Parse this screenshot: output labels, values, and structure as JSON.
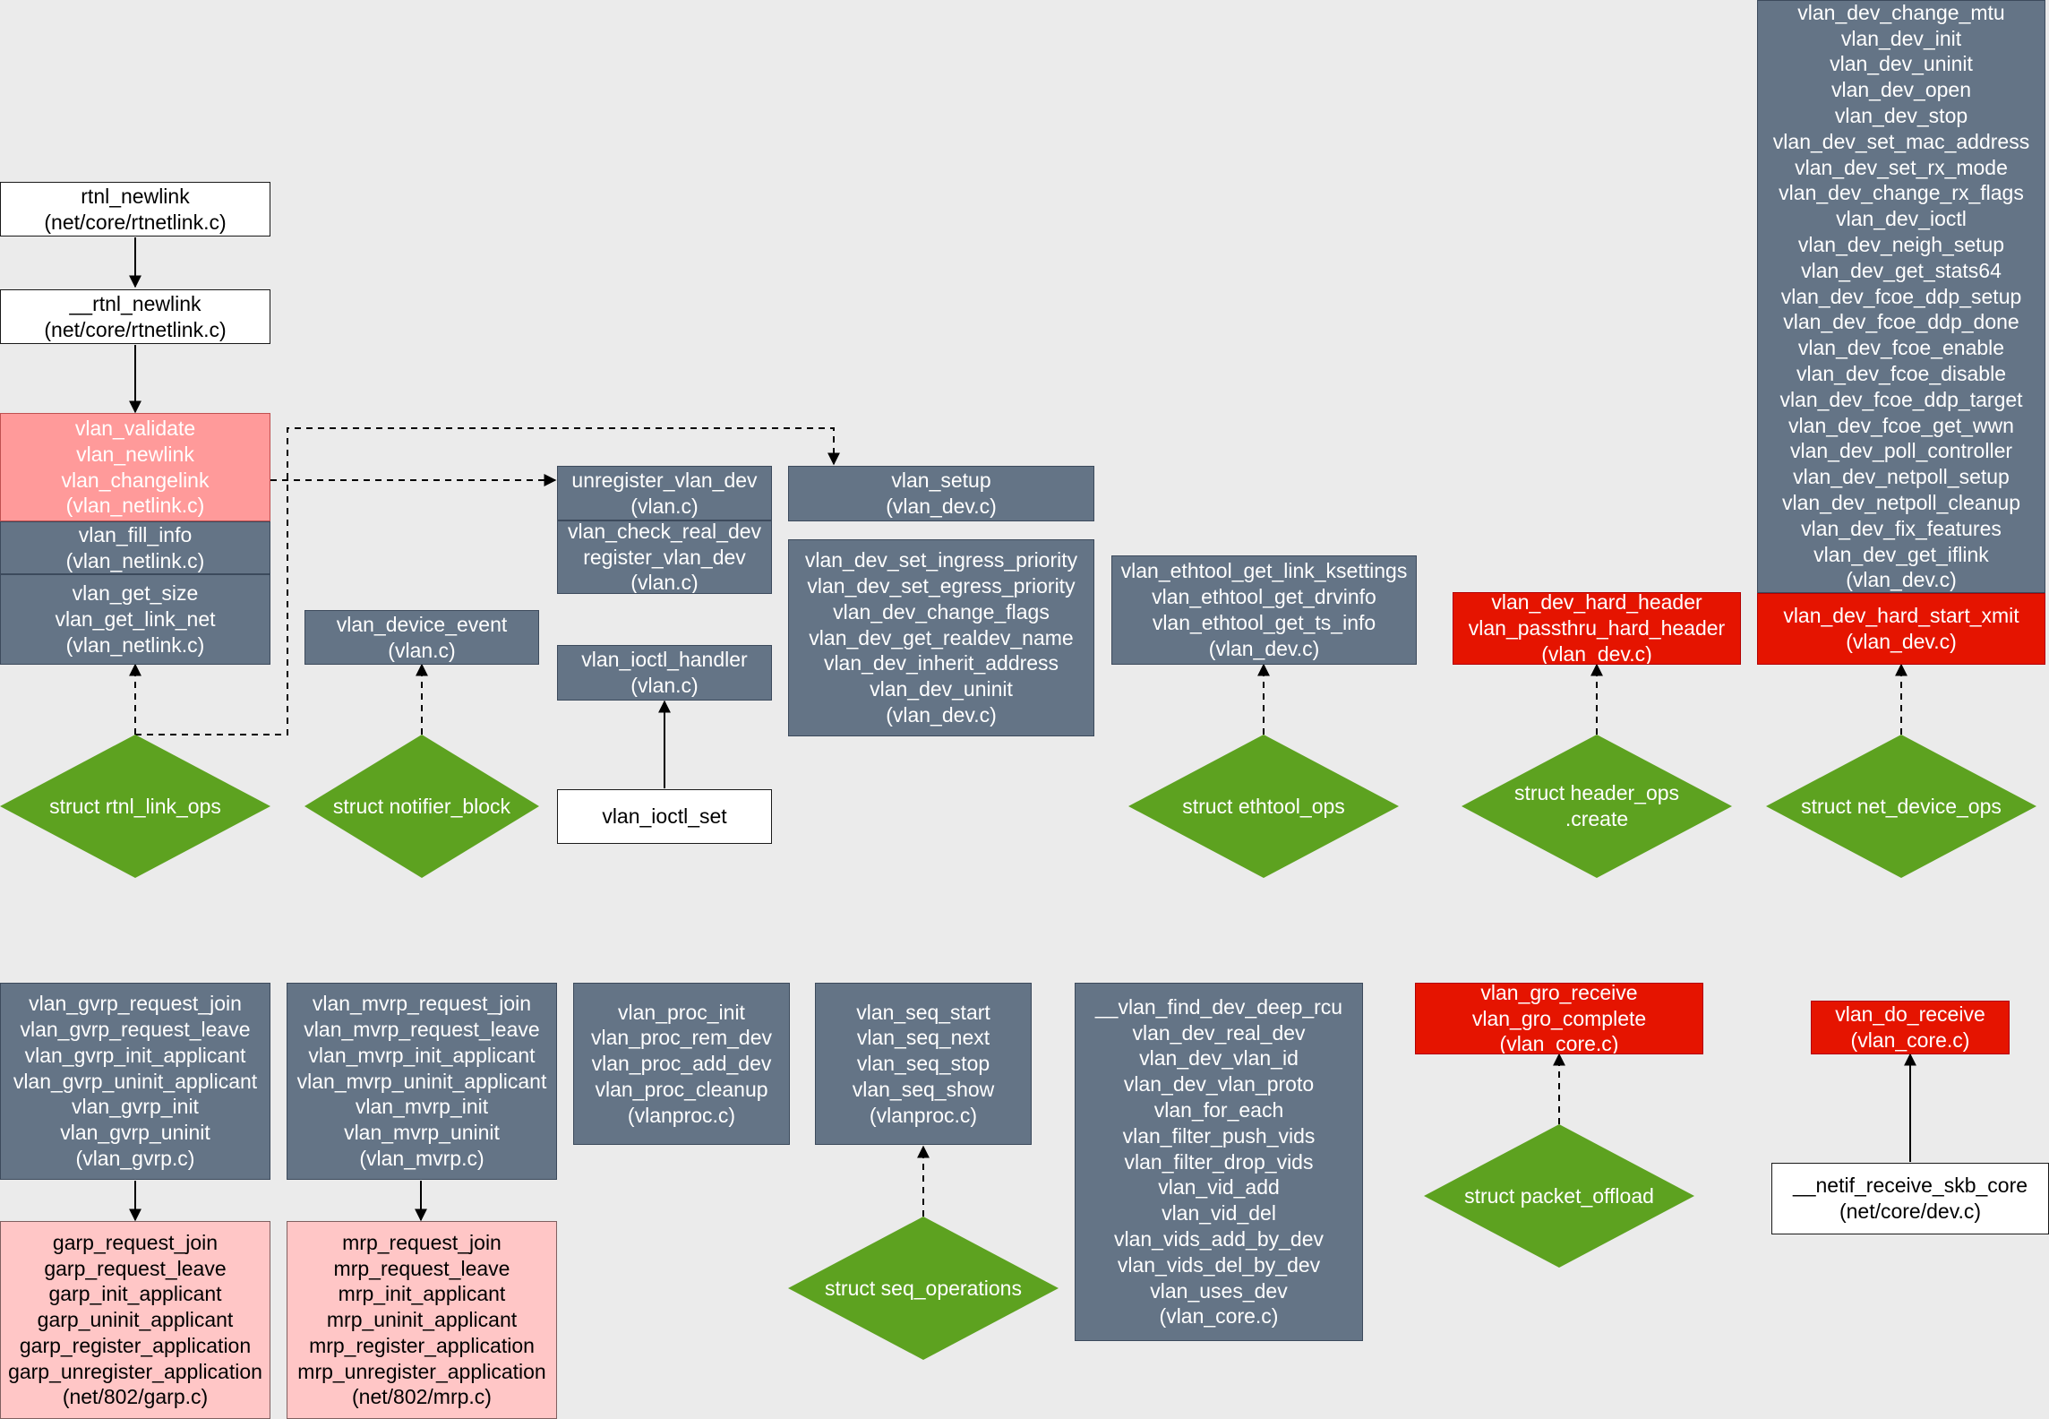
{
  "nodes": {
    "rtnl_newlink": {
      "lines": [
        "rtnl_newlink",
        "(net/core/rtnetlink.c)"
      ]
    },
    "__rtnl_newlink": {
      "lines": [
        "__rtnl_newlink",
        "(net/core/rtnetlink.c)"
      ]
    },
    "netlink_validate": {
      "lines": [
        "vlan_validate",
        "vlan_newlink",
        "vlan_changelink",
        "(vlan_netlink.c)"
      ]
    },
    "netlink_fill": {
      "lines": [
        "vlan_fill_info",
        "(vlan_netlink.c)"
      ]
    },
    "netlink_size": {
      "lines": [
        "vlan_get_size",
        "vlan_get_link_net",
        "(vlan_netlink.c)"
      ]
    },
    "vlan_device_event": {
      "lines": [
        "vlan_device_event",
        "(vlan.c)"
      ]
    },
    "unregister_vlan_dev": {
      "lines": [
        "unregister_vlan_dev",
        "(vlan.c)"
      ]
    },
    "register_vlan_dev": {
      "lines": [
        "vlan_check_real_dev",
        "register_vlan_dev",
        "(vlan.c)"
      ]
    },
    "vlan_ioctl_handler": {
      "lines": [
        "vlan_ioctl_handler",
        "(vlan.c)"
      ]
    },
    "vlan_ioctl_set": {
      "lines": [
        "vlan_ioctl_set"
      ]
    },
    "vlan_setup": {
      "lines": [
        "vlan_setup",
        "(vlan_dev.c)"
      ]
    },
    "vlan_dev_priority": {
      "lines": [
        "vlan_dev_set_ingress_priority",
        "vlan_dev_set_egress_priority",
        "vlan_dev_change_flags",
        "vlan_dev_get_realdev_name",
        "vlan_dev_inherit_address",
        "vlan_dev_uninit",
        "(vlan_dev.c)"
      ]
    },
    "vlan_ethtool": {
      "lines": [
        "vlan_ethtool_get_link_ksettings",
        "vlan_ethtool_get_drvinfo",
        "vlan_ethtool_get_ts_info",
        "(vlan_dev.c)"
      ]
    },
    "vlan_header": {
      "lines": [
        "vlan_dev_hard_header",
        "vlan_passthru_hard_header",
        "(vlan_dev.c)"
      ]
    },
    "vlan_netdev_ops": {
      "lines": [
        "vlan_dev_change_mtu",
        "vlan_dev_init",
        "vlan_dev_uninit",
        "vlan_dev_open",
        "vlan_dev_stop",
        "vlan_dev_set_mac_address",
        "vlan_dev_set_rx_mode",
        "vlan_dev_change_rx_flags",
        "vlan_dev_ioctl",
        "vlan_dev_neigh_setup",
        "vlan_dev_get_stats64",
        "vlan_dev_fcoe_ddp_setup",
        "vlan_dev_fcoe_ddp_done",
        "vlan_dev_fcoe_enable",
        "vlan_dev_fcoe_disable",
        "vlan_dev_fcoe_ddp_target",
        "vlan_dev_fcoe_get_wwn",
        "vlan_dev_poll_controller",
        "vlan_dev_netpoll_setup",
        "vlan_dev_netpoll_cleanup",
        "vlan_dev_fix_features",
        "vlan_dev_get_iflink",
        "(vlan_dev.c)"
      ]
    },
    "vlan_xmit": {
      "lines": [
        "vlan_dev_hard_start_xmit",
        "(vlan_dev.c)"
      ]
    },
    "vlan_gvrp": {
      "lines": [
        "vlan_gvrp_request_join",
        "vlan_gvrp_request_leave",
        "vlan_gvrp_init_applicant",
        "vlan_gvrp_uninit_applicant",
        "vlan_gvrp_init",
        "vlan_gvrp_uninit",
        "(vlan_gvrp.c)"
      ]
    },
    "garp": {
      "lines": [
        "garp_request_join",
        "garp_request_leave",
        "garp_init_applicant",
        "garp_uninit_applicant",
        "garp_register_application",
        "garp_unregister_application",
        "(net/802/garp.c)"
      ]
    },
    "vlan_mvrp": {
      "lines": [
        "vlan_mvrp_request_join",
        "vlan_mvrp_request_leave",
        "vlan_mvrp_init_applicant",
        "vlan_mvrp_uninit_applicant",
        "vlan_mvrp_init",
        "vlan_mvrp_uninit",
        "(vlan_mvrp.c)"
      ]
    },
    "mrp": {
      "lines": [
        "mrp_request_join",
        "mrp_request_leave",
        "mrp_init_applicant",
        "mrp_uninit_applicant",
        "mrp_register_application",
        "mrp_unregister_application",
        "(net/802/mrp.c)"
      ]
    },
    "vlan_proc": {
      "lines": [
        "vlan_proc_init",
        "vlan_proc_rem_dev",
        "vlan_proc_add_dev",
        "vlan_proc_cleanup",
        "(vlanproc.c)"
      ]
    },
    "vlan_seq": {
      "lines": [
        "vlan_seq_start",
        "vlan_seq_next",
        "vlan_seq_stop",
        "vlan_seq_show",
        "(vlanproc.c)"
      ]
    },
    "vlan_core": {
      "lines": [
        "__vlan_find_dev_deep_rcu",
        "vlan_dev_real_dev",
        "vlan_dev_vlan_id",
        "vlan_dev_vlan_proto",
        "vlan_for_each",
        "vlan_filter_push_vids",
        "vlan_filter_drop_vids",
        "vlan_vid_add",
        "vlan_vid_del",
        "vlan_vids_add_by_dev",
        "vlan_vids_del_by_dev",
        "vlan_uses_dev",
        "(vlan_core.c)"
      ]
    },
    "vlan_gro": {
      "lines": [
        "vlan_gro_receive",
        "vlan_gro_complete",
        "(vlan_core.c)"
      ]
    },
    "vlan_do_receive": {
      "lines": [
        "vlan_do_receive",
        "(vlan_core.c)"
      ]
    },
    "netif_receive": {
      "lines": [
        "__netif_receive_skb_core",
        "(net/core/dev.c)"
      ]
    },
    "d_rtnl_link_ops": {
      "lines": [
        "struct rtnl_link_ops"
      ]
    },
    "d_notifier_block": {
      "lines": [
        "struct notifier_block"
      ]
    },
    "d_ethtool_ops": {
      "lines": [
        "struct ethtool_ops"
      ]
    },
    "d_header_ops": {
      "lines": [
        "struct header_ops",
        ".create"
      ]
    },
    "d_net_device_ops": {
      "lines": [
        "struct net_device_ops"
      ]
    },
    "d_seq_operations": {
      "lines": [
        "struct seq_operations"
      ]
    },
    "d_packet_offload": {
      "lines": [
        "struct packet_offload"
      ]
    }
  },
  "colors": {
    "background": "#ebebeb",
    "slate_fill": "#647486",
    "salmon_fill": "#ff9a9a",
    "pink_fill": "#ffc6c6",
    "red_fill": "#e51400",
    "white_fill": "#ffffff",
    "diamond_fill": "#5da220",
    "edge": "#000000"
  }
}
